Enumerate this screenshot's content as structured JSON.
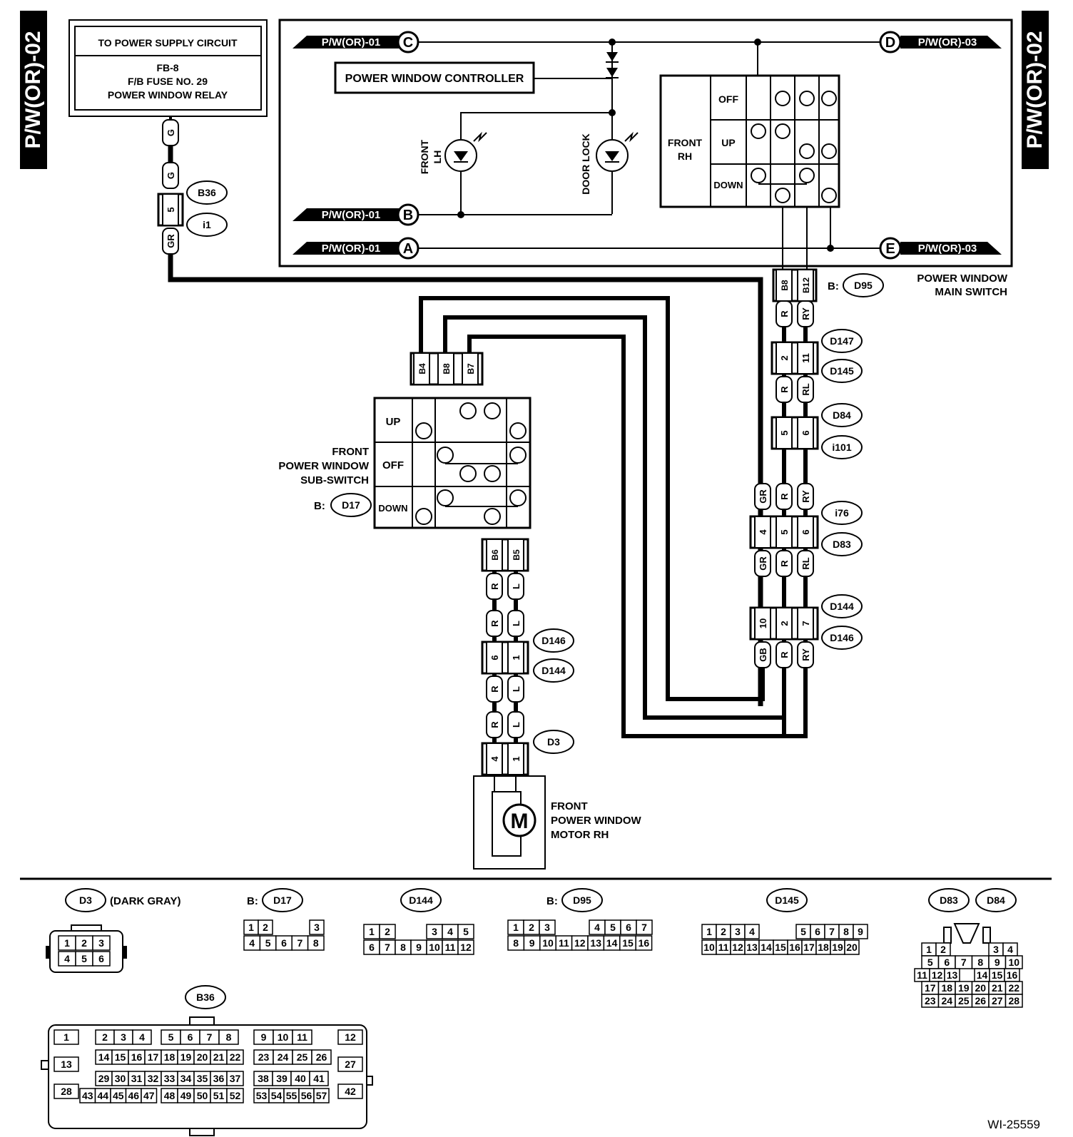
{
  "side_tabs": {
    "left": "P/W(OR)-02",
    "right": "P/W(OR)-02"
  },
  "power_supply": {
    "heading": "TO POWER SUPPLY CIRCUIT",
    "fuse_line1": "FB-8",
    "fuse_line2": "F/B FUSE NO. 29",
    "fuse_line3": "POWER WINDOW RELAY"
  },
  "arrows": {
    "c_label": "P/W(OR)-01",
    "c_letter": "C",
    "b_label": "P/W(OR)-01",
    "b_letter": "B",
    "a_label": "P/W(OR)-01",
    "a_letter": "A",
    "d_label": "P/W(OR)-03",
    "d_letter": "D",
    "e_label": "P/W(OR)-03",
    "e_letter": "E"
  },
  "controller_label": "POWER WINDOW CONTROLLER",
  "lamps": {
    "front_lh_1": "FRONT",
    "front_lh_2": "LH",
    "door_lock": "DOOR LOCK"
  },
  "main_switch": {
    "position_label_1": "FRONT",
    "position_label_2": "RH",
    "rows": [
      "OFF",
      "UP",
      "DOWN"
    ],
    "title_1": "POWER WINDOW",
    "title_2": "MAIN SWITCH",
    "prefix": "B:",
    "connector": "D95",
    "pins": [
      "B8",
      "B12"
    ]
  },
  "sub_switch": {
    "rows": [
      "UP",
      "OFF",
      "DOWN"
    ],
    "title_1": "FRONT",
    "title_2": "POWER WINDOW",
    "title_3": "SUB-SWITCH",
    "prefix": "B:",
    "connector": "D17",
    "top_pins": [
      "B4",
      "B8",
      "B7"
    ],
    "bottom_pins": [
      "B6",
      "B5"
    ]
  },
  "motor": {
    "symbol": "M",
    "title_1": "FRONT",
    "title_2": "POWER WINDOW",
    "title_3": "MOTOR RH"
  },
  "wires_left": {
    "g1": "G",
    "g2": "G",
    "pin": "5",
    "gr": "GR",
    "conn1": "B36",
    "conn2": "i1"
  },
  "wires_right": {
    "r1": "R",
    "ry1": "RY",
    "d147_pins": [
      "2",
      "11"
    ],
    "r2": "R",
    "rl2": "RL",
    "d84_pins": [
      "5",
      "6"
    ],
    "gr3": "GR",
    "r3": "R",
    "ry3": "RY",
    "i76_pins": [
      "4",
      "5",
      "6"
    ],
    "gr4": "GR",
    "r4": "R",
    "rl4": "RL",
    "d144_pins": [
      "10",
      "2",
      "7"
    ],
    "gb5": "GB",
    "r5": "R",
    "ry5": "RY",
    "conns": [
      "D147",
      "D145",
      "D84",
      "i101",
      "i76",
      "D83",
      "D144",
      "D146"
    ]
  },
  "wires_mid": {
    "r1": "R",
    "l1": "L",
    "r2": "R",
    "l2": "L",
    "d146_pins": [
      "6",
      "1"
    ],
    "r3": "R",
    "l3": "L",
    "r4": "R",
    "l4": "L",
    "d3_pins": [
      "4",
      "1"
    ],
    "conns": [
      "D146",
      "D144",
      "D3"
    ]
  },
  "legend": {
    "d3": "D3",
    "d3_note": "(DARK GRAY)",
    "d3_pins": [
      "1",
      "2",
      "3",
      "4",
      "5",
      "6"
    ],
    "d17_prefix": "B:",
    "d17": "D17",
    "d17_pins": [
      "1",
      "2",
      "3",
      "4",
      "5",
      "6",
      "7",
      "8"
    ],
    "d144": "D144",
    "d144_pins": [
      "1",
      "2",
      "3",
      "4",
      "5",
      "6",
      "7",
      "8",
      "9",
      "10",
      "11",
      "12"
    ],
    "d95_prefix": "B:",
    "d95": "D95",
    "d95_pins": [
      "1",
      "2",
      "3",
      "4",
      "5",
      "6",
      "7",
      "8",
      "9",
      "10",
      "11",
      "12",
      "13",
      "14",
      "15",
      "16"
    ],
    "d145": "D145",
    "d145_pins": [
      "1",
      "2",
      "3",
      "4",
      "5",
      "6",
      "7",
      "8",
      "9",
      "10",
      "11",
      "12",
      "13",
      "14",
      "15",
      "16",
      "17",
      "18",
      "19",
      "20"
    ],
    "d83": "D83",
    "d84": "D84",
    "d83_pins": [
      "1",
      "2",
      "3",
      "4",
      "5",
      "6",
      "7",
      "8",
      "9",
      "10",
      "11",
      "12",
      "13",
      "14",
      "15",
      "16",
      "17",
      "18",
      "19",
      "20",
      "21",
      "22",
      "23",
      "24",
      "25",
      "26",
      "27",
      "28"
    ],
    "b36": "B36",
    "b36_pins": [
      "1",
      "2",
      "3",
      "4",
      "5",
      "6",
      "7",
      "8",
      "9",
      "10",
      "11",
      "12",
      "13",
      "14",
      "15",
      "16",
      "17",
      "18",
      "19",
      "20",
      "21",
      "22",
      "23",
      "24",
      "25",
      "26",
      "27",
      "28",
      "29",
      "30",
      "31",
      "32",
      "33",
      "34",
      "35",
      "36",
      "37",
      "38",
      "39",
      "40",
      "41",
      "42",
      "43",
      "44",
      "45",
      "46",
      "47",
      "48",
      "49",
      "50",
      "51",
      "52",
      "53",
      "54",
      "55",
      "56",
      "57"
    ]
  },
  "figure_id": "WI-25559"
}
